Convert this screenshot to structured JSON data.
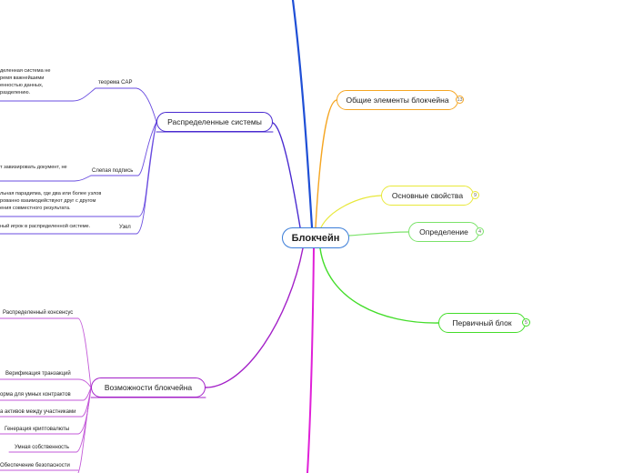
{
  "center": {
    "label": "Блокчейн"
  },
  "right_branches": [
    {
      "label": "Общие элементы блокчейна",
      "count": "13"
    },
    {
      "label": "Основные свойства",
      "count": "9"
    },
    {
      "label": "Определение",
      "count": "4"
    },
    {
      "label": "Первичный блок",
      "count": "5"
    }
  ],
  "left_branches": {
    "distributed": {
      "label": "Распределенные системы",
      "cap_theorem": {
        "label": "теорема CAP",
        "text": "деленная система не\nремя важнейшими\nенностью данных,\nразделению."
      },
      "blind_signature": {
        "label": "Слепая подпись",
        "text": "т завизировать документ, не"
      },
      "paradigm_text": "льная парадигма, где два или более узлов\nрованно взаимодействуют друг с другом\nения совместного результата.",
      "node": {
        "label": "Узел",
        "text": "ный игрок в распределенной системе."
      }
    },
    "capabilities": {
      "label": "Возможности блокчейна",
      "items": [
        "Распределенный консенсус",
        "Верификация транзакций",
        "орма для умных контрактов",
        "а активов между участниками",
        "Генерация криптовалюты",
        "Умная собственность",
        "Обеспечение безопасности"
      ]
    }
  },
  "colors": {
    "center_border": "#3b7dd8",
    "top_branch": "#1f4fd6",
    "general_elements": "#f5a623",
    "properties": "#e8e83a",
    "definition": "#7be36a",
    "primary_block": "#44dd2a",
    "distributed": "#4a2bd0",
    "capabilities": "#a320c8",
    "bottom_branch": "#e020d8"
  }
}
